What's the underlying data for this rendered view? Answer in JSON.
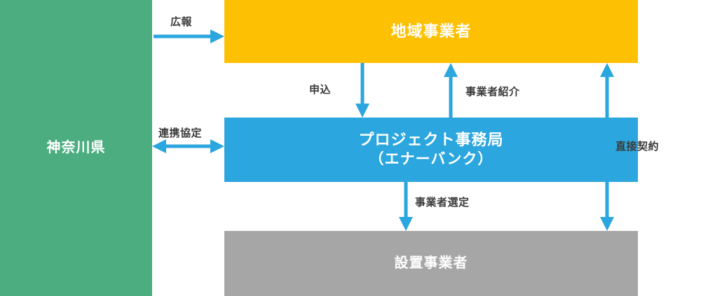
{
  "diagram": {
    "title": "",
    "background_color": "#ffffff",
    "arrow_color": "#2BA6DE",
    "label_color": "#3B3B3B",
    "nodes": [
      {
        "id": "prefecture",
        "label": "神奈川県",
        "color": "#4CAE80",
        "text_color": "#ffffff"
      },
      {
        "id": "local-business",
        "label": "地域事業者",
        "color": "#FDC003",
        "text_color": "#ffffff"
      },
      {
        "id": "project-office",
        "label_line1": "プロジェクト事務局",
        "label_line2": "（エナーバンク）",
        "color": "#2BA6DE",
        "text_color": "#ffffff"
      },
      {
        "id": "installer",
        "label": "設置事業者",
        "color": "#A6A6A6",
        "text_color": "#ffffff"
      }
    ],
    "connectors": [
      {
        "id": "kouhou",
        "label": "広報",
        "from": "prefecture",
        "to": "local-business",
        "direction": "one-way-right"
      },
      {
        "id": "renkei-kyotei",
        "label": "連携協定",
        "from": "prefecture",
        "to": "project-office",
        "direction": "two-way-horizontal"
      },
      {
        "id": "moushikomi",
        "label": "申込",
        "from": "local-business",
        "to": "project-office",
        "direction": "one-way-down"
      },
      {
        "id": "jigyousha-shoukai",
        "label": "事業者紹介",
        "from": "project-office",
        "to": "local-business",
        "direction": "one-way-up"
      },
      {
        "id": "jigyousha-sentei",
        "label": "事業者選定",
        "from": "project-office",
        "to": "installer",
        "direction": "one-way-down"
      },
      {
        "id": "chokusetsu-keiyaku",
        "label": "直接契約",
        "from": "local-business",
        "to": "installer",
        "direction": "two-way-vertical"
      }
    ]
  }
}
